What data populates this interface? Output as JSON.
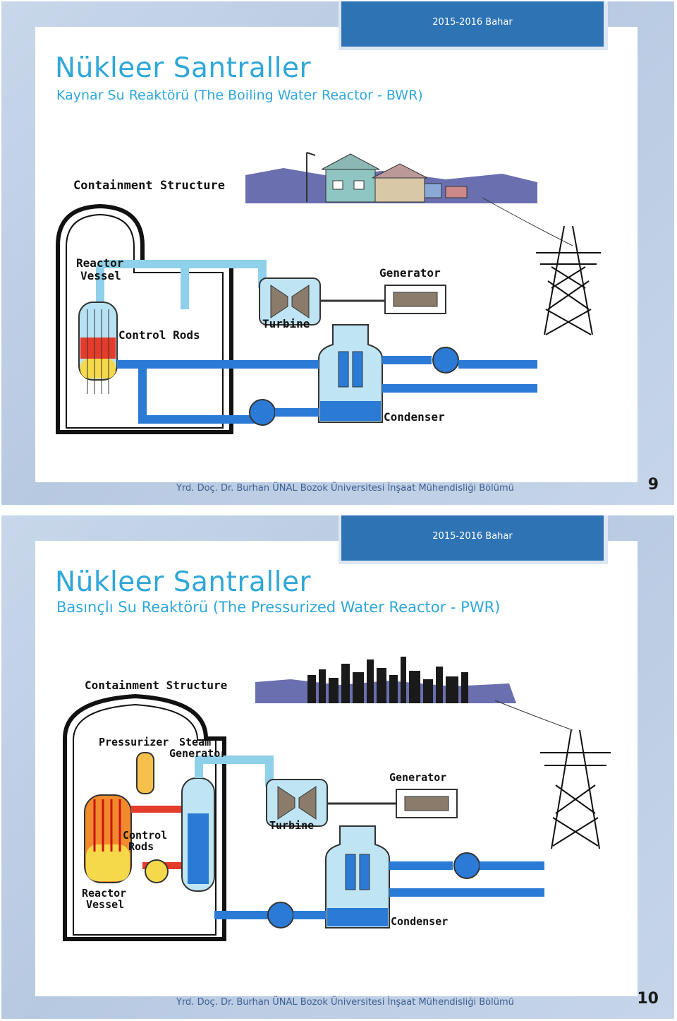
{
  "slides": [
    {
      "date": "2015-2016 Bahar",
      "title": "Nükleer Santraller",
      "subtitle": "Kaynar Su Reaktörü (The Boiling Water Reactor - BWR)",
      "footer": "Yrd. Doç. Dr. Burhan ÜNAL Bozok Üniversitesi İnşaat Mühendisliği Bölümü",
      "page": "9",
      "diagram_labels": {
        "containment": "Containment Structure",
        "reactor_vessel_1": "Reactor",
        "reactor_vessel_2": "Vessel",
        "control_rods": "Control Rods",
        "turbine": "Turbine",
        "generator": "Generator",
        "condenser": "Condenser"
      }
    },
    {
      "date": "2015-2016 Bahar",
      "title": "Nükleer Santraller",
      "subtitle": "Basınçlı Su Reaktörü (The Pressurized Water Reactor - PWR)",
      "footer": "Yrd. Doç. Dr. Burhan ÜNAL Bozok Üniversitesi İnşaat Mühendisliği Bölümü",
      "page": "10",
      "diagram_labels": {
        "containment": "Containment Structure",
        "pressurizer": "Pressurizer",
        "steam_generator_1": "Steam",
        "steam_generator_2": "Generator",
        "control_rods_1": "Control",
        "control_rods_2": "Rods",
        "reactor_vessel_1": "Reactor",
        "reactor_vessel_2": "Vessel",
        "turbine": "Turbine",
        "generator": "Generator",
        "condenser": "Condenser"
      }
    }
  ]
}
